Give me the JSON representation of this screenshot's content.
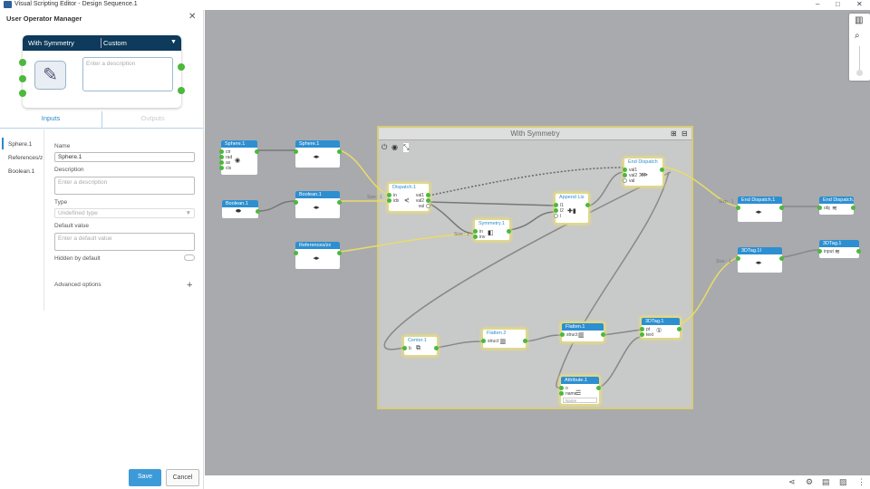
{
  "window": {
    "title": "Visual Scripting Editor - Design Sequence.1",
    "minimize": "–",
    "maximize": "□",
    "close": "✕"
  },
  "panel": {
    "title": "User Operator Manager",
    "close": "✕",
    "card": {
      "name": "With Symmetry",
      "mode": "Custom",
      "description_placeholder": "Enter a description"
    },
    "tabs": [
      {
        "label": "Inputs"
      },
      {
        "label": "Outputs"
      }
    ],
    "inputs": [
      "Sphere.1",
      "References/z",
      "Boolean.1"
    ],
    "form": {
      "name_label": "Name",
      "name_value": "Sphere.1",
      "description_label": "Description",
      "description_placeholder": "Enter a description",
      "type_label": "Type",
      "type_value": "Undefined type",
      "default_label": "Default value",
      "default_placeholder": "Enter a default value",
      "hidden_label": "Hidden by default",
      "advanced_label": "Advanced options"
    },
    "save": "Save",
    "cancel": "Cancel"
  },
  "group": {
    "title": "With Symmetry"
  },
  "edge_labels": [
    "Size : 1",
    "Size : 1",
    "Size : 1",
    "Size : 1"
  ],
  "nodes": [
    {
      "id": "sphere-input",
      "title": "Sphere.1",
      "style": "blue",
      "in": [
        "ctr",
        "rad",
        "ax",
        "cls"
      ],
      "out": [
        ""
      ],
      "glyph": "◉"
    },
    {
      "id": "sphere-pass",
      "title": "Sphere.1",
      "style": "blue",
      "in": [
        ""
      ],
      "out": [
        ""
      ],
      "glyph": "◂▸"
    },
    {
      "id": "boolean-input",
      "title": "Boolean.1",
      "style": "blue",
      "in": [],
      "out": [
        ""
      ],
      "glyph": "⬬"
    },
    {
      "id": "boolean-pass",
      "title": "Boolean.1",
      "style": "blue",
      "in": [
        ""
      ],
      "out": [
        ""
      ],
      "glyph": "◂▸"
    },
    {
      "id": "references-pass",
      "title": "References/zx",
      "style": "blue",
      "in": [
        ""
      ],
      "out": [
        ""
      ],
      "glyph": "◂▸"
    },
    {
      "id": "end-dispatch-pass",
      "title": "End Dispatch.1",
      "style": "blue",
      "in": [
        ""
      ],
      "out": [
        ""
      ],
      "glyph": "◂▸"
    },
    {
      "id": "end-dispatch-out",
      "title": "End Dispatch.1",
      "style": "blue",
      "in": [
        "obj"
      ],
      "out": [
        ""
      ],
      "glyph": "≋"
    },
    {
      "id": "3dtag-pass",
      "title": "3DTag.1I",
      "style": "blue",
      "in": [
        ""
      ],
      "out": [
        ""
      ],
      "glyph": "◂▸"
    },
    {
      "id": "3dtag-out",
      "title": "3DTag.1",
      "style": "blue",
      "in": [
        "input"
      ],
      "out": [
        ""
      ],
      "glyph": "≋"
    },
    {
      "id": "dispatch",
      "title": "Dispatch.1",
      "style": "white",
      "in": [
        "in",
        "idx"
      ],
      "out": [
        "val1",
        "val2",
        "val"
      ],
      "glyph": "⋞"
    },
    {
      "id": "end-dispatch",
      "title": "End Dispatch",
      "style": "white",
      "in": [
        "val1",
        "val2",
        "val"
      ],
      "out": [
        ""
      ],
      "glyph": "⋙"
    },
    {
      "id": "append",
      "title": "Append Lis",
      "style": "white",
      "in": [
        "l1",
        "l2",
        "l"
      ],
      "out": [
        ""
      ],
      "glyph": "✚▮"
    },
    {
      "id": "symmetry",
      "title": "Symmetry.1",
      "style": "white",
      "in": [
        "in",
        "inv"
      ],
      "out": [
        ""
      ],
      "glyph": "◧"
    },
    {
      "id": "center",
      "title": "Center.1",
      "style": "white",
      "in": [
        "b"
      ],
      "out": [
        ""
      ],
      "glyph": "⧉"
    },
    {
      "id": "flatten2",
      "title": "Flatten.2",
      "style": "white",
      "in": [
        "struct"
      ],
      "out": [
        ""
      ],
      "glyph": "▥"
    },
    {
      "id": "flatten1",
      "title": "Flatten.1",
      "style": "blue",
      "in": [
        "struct"
      ],
      "out": [
        ""
      ],
      "glyph": "▥"
    },
    {
      "id": "3dtag",
      "title": "3DTag.1",
      "style": "blue",
      "in": [
        "pt",
        "text"
      ],
      "out": [
        ""
      ],
      "glyph": "①"
    },
    {
      "id": "attribute",
      "title": "Attribute.1",
      "style": "blue",
      "in": [
        "o",
        "name"
      ],
      "out": [
        ""
      ],
      "glyph": "☰",
      "select": "Name"
    }
  ],
  "toolbar": {
    "map": "🗺",
    "zoom": "🔍"
  },
  "statusbar": [
    "share",
    "settings",
    "notes",
    "image",
    "more"
  ]
}
